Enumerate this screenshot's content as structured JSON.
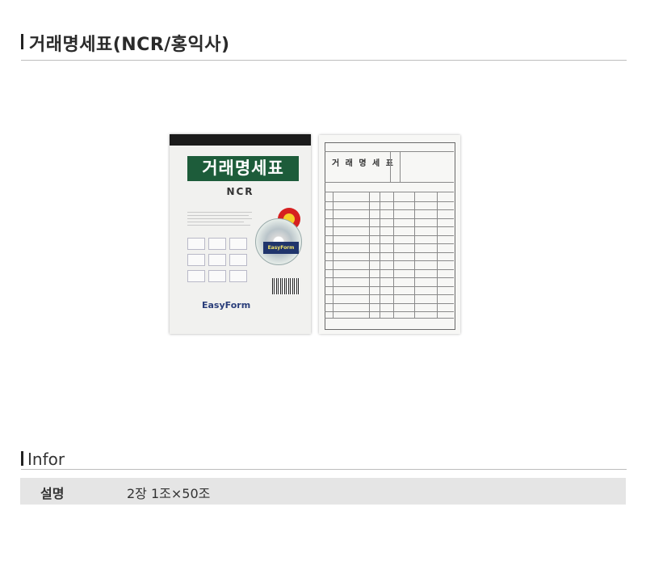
{
  "page": {
    "title": "거래명세표(NCR/홍익사)"
  },
  "product_image": {
    "cover": {
      "name": "거래명세표",
      "subtitle": "NCR",
      "brand": "EasyForm"
    },
    "form": {
      "title": "거 래 명 세 표"
    }
  },
  "info": {
    "heading": "Infor",
    "rows": [
      {
        "label": "설명",
        "value": "2장 1조×50조"
      }
    ]
  }
}
